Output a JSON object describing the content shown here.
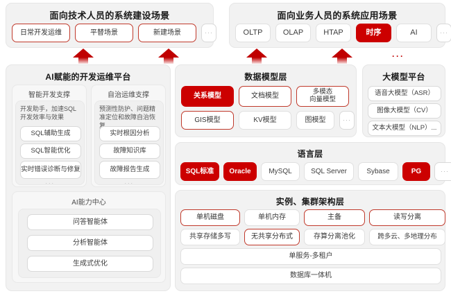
{
  "diagram": {
    "title_tech": "面向技术人员的系统建设场景",
    "title_biz": "面向业务人员的系统应用场景",
    "ellipsis": "···",
    "dots_red": "···"
  },
  "tech_scene": {
    "title": "面向技术人员的系统建设场景",
    "chips": [
      {
        "label": "日常开发运维",
        "style": "red-outline"
      },
      {
        "label": "平替场景",
        "style": "red-outline"
      },
      {
        "label": "新建场景",
        "style": "red-outline"
      },
      {
        "label": "···",
        "style": "ellipsis"
      }
    ]
  },
  "biz_scene": {
    "title": "面向业务人员的系统应用场景",
    "chips": [
      {
        "label": "OLTP",
        "style": "plain"
      },
      {
        "label": "OLAP",
        "style": "plain"
      },
      {
        "label": "HTAP",
        "style": "plain"
      },
      {
        "label": "时序",
        "style": "red-fill"
      },
      {
        "label": "AI",
        "style": "plain"
      },
      {
        "label": "···",
        "style": "ellipsis"
      }
    ]
  },
  "ai_platform": {
    "title": "AI赋能的开发运维平台",
    "columns": [
      {
        "title": "智能开发支撑",
        "desc": "开发助手，加速SQL开发效率与效果",
        "items": [
          "SQL辅助生成",
          "SQL智能优化",
          "实时错误诊断与修复"
        ],
        "more": "···"
      },
      {
        "title": "自治运维支撑",
        "desc": "预测性防护、问题精准定位和故障自治恢复",
        "items": [
          "实时根因分析",
          "故障知识库",
          "故障报告生成"
        ],
        "more": "···"
      }
    ],
    "ai_center": {
      "title": "AI能力中心",
      "items": [
        "问答智能体",
        "分析智能体",
        "生成式优化"
      ]
    }
  },
  "data_model_layer": {
    "title": "数据模型层",
    "row1": [
      {
        "label": "关系模型",
        "style": "red-fill"
      },
      {
        "label": "文档模型",
        "style": "red-outline"
      },
      {
        "label": "多模态\n向量模型",
        "style": "red-outline"
      }
    ],
    "row1_labels": [
      "关系模型",
      "文档模型",
      "多模态向量模型"
    ],
    "multi_line_top": "多模态",
    "multi_line_bottom": "向量模型",
    "row2": [
      {
        "label": "GIS模型",
        "style": "red-outline"
      },
      {
        "label": "KV模型",
        "style": "plain"
      },
      {
        "label": "图模型",
        "style": "plain"
      },
      {
        "label": "···",
        "style": "ellipsis"
      }
    ]
  },
  "llm_platform": {
    "title": "大模型平台",
    "items": [
      "语音大模型（ASR）",
      "图像大模型（CV）",
      "文本大模型（NLP）..."
    ]
  },
  "language_layer": {
    "title": "语言层",
    "chips": [
      {
        "label": "SQL标准",
        "style": "red-fill"
      },
      {
        "label": "Oracle",
        "style": "red-fill"
      },
      {
        "label": "MySQL",
        "style": "plain"
      },
      {
        "label": "SQL Server",
        "style": "plain"
      },
      {
        "label": "Sybase",
        "style": "plain"
      },
      {
        "label": "PG",
        "style": "red-fill"
      },
      {
        "label": "···",
        "style": "ellipsis"
      }
    ]
  },
  "instance_layer": {
    "title": "实例、集群架构层",
    "row1": [
      {
        "label": "单机磁盘",
        "style": "red-outline"
      },
      {
        "label": "单机内存",
        "style": "plain"
      },
      {
        "label": "主备",
        "style": "red-outline"
      },
      {
        "label": "读写分离",
        "style": "red-outline"
      }
    ],
    "row2": [
      {
        "label": "共享存储多写",
        "style": "plain"
      },
      {
        "label": "无共享分布式",
        "style": "red-outline"
      },
      {
        "label": "存算分离池化",
        "style": "plain"
      },
      {
        "label": "跨多云、多地理地理分布",
        "style": "plain"
      }
    ],
    "row2_last_label": "跨多云、多地理分布",
    "wide_rows": [
      {
        "label": "单服务-多租户",
        "style": "plain"
      },
      {
        "label": "数据库一体机",
        "style": "plain"
      }
    ]
  }
}
